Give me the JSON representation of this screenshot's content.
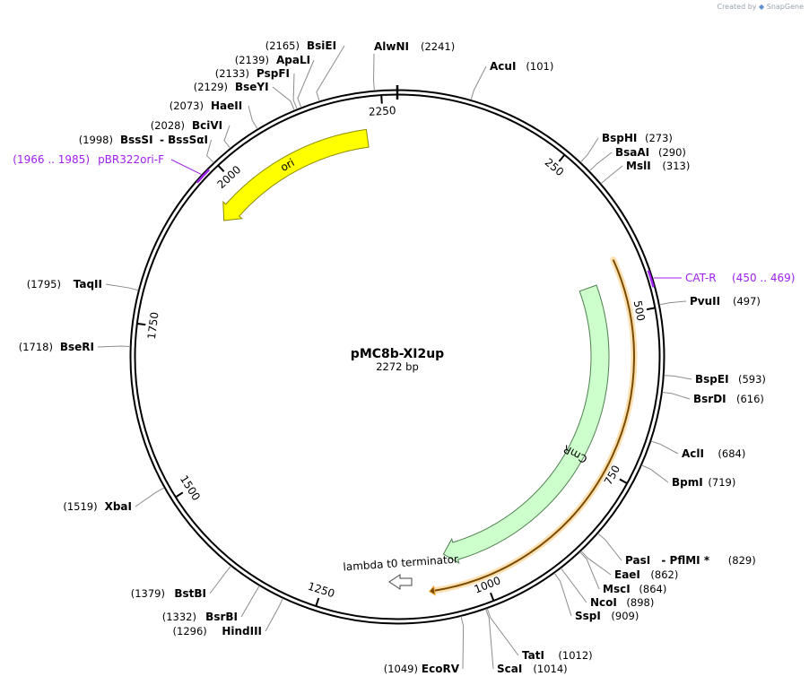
{
  "watermark": {
    "prefix": "Created by",
    "brand": "SnapGene"
  },
  "plasmid": {
    "name": "pMC8b-XI2up",
    "length_label": "2272 bp",
    "length": 2272
  },
  "ticks": [
    {
      "pos": 250,
      "label": "250"
    },
    {
      "pos": 500,
      "label": "500"
    },
    {
      "pos": 750,
      "label": "750"
    },
    {
      "pos": 1000,
      "label": "1000"
    },
    {
      "pos": 1250,
      "label": "1250"
    },
    {
      "pos": 1500,
      "label": "1500"
    },
    {
      "pos": 1750,
      "label": "1750"
    },
    {
      "pos": 2000,
      "label": "2000"
    },
    {
      "pos": 2250,
      "label": "2250"
    }
  ],
  "features": [
    {
      "name": "ori",
      "start": 2223,
      "end": 1945,
      "strand": "-",
      "color": "#ffff00",
      "stroke": "#8c8c00"
    },
    {
      "name": "CmR",
      "start": 443,
      "end": 1053,
      "strand": "+",
      "color": "#ccffcc",
      "stroke": "#4f7f4f"
    },
    {
      "name": "lambda t0 terminator",
      "strand": "none",
      "color": "#ffffff",
      "stroke": "#444444"
    }
  ],
  "orf": {
    "start": 415,
    "end": 1087,
    "strand": "+",
    "color": "#f2a93b"
  },
  "primers": [
    {
      "name": "CAT-R",
      "range": "(450 .. 469)",
      "pos": 460
    },
    {
      "name": "pBR322ori-F",
      "range": "(1966 .. 1985)",
      "pos": 1975
    }
  ],
  "sites": [
    {
      "name": "AlwNI",
      "pos_label": "(2241)",
      "pos": 2241
    },
    {
      "name": "AcuI",
      "pos_label": "(101)",
      "pos": 101
    },
    {
      "name": "BspHI",
      "pos_label": "(273)",
      "pos": 273
    },
    {
      "name": "BsaAI",
      "pos_label": "(290)",
      "pos": 290
    },
    {
      "name": "MslI",
      "pos_label": "(313)",
      "pos": 313
    },
    {
      "name": "PvuII",
      "pos_label": "(497)",
      "pos": 497
    },
    {
      "name": "BspEI",
      "pos_label": "(593)",
      "pos": 593
    },
    {
      "name": "BsrDI",
      "pos_label": "(616)",
      "pos": 616
    },
    {
      "name": "AclI",
      "pos_label": "(684)",
      "pos": 684
    },
    {
      "name": "BpmI",
      "pos_label": "(719)",
      "pos": 719
    },
    {
      "name": "PasI",
      "name2": "PflMI *",
      "pos_label": "(829)",
      "pos": 829
    },
    {
      "name": "EaeI",
      "pos_label": "(862)",
      "pos": 862
    },
    {
      "name": "MscI",
      "pos_label": "(864)",
      "pos": 864
    },
    {
      "name": "NcoI",
      "pos_label": "(898)",
      "pos": 898
    },
    {
      "name": "SspI",
      "pos_label": "(909)",
      "pos": 909
    },
    {
      "name": "TatI",
      "pos_label": "(1012)",
      "pos": 1012
    },
    {
      "name": "ScaI",
      "pos_label": "(1014)",
      "pos": 1014
    },
    {
      "name": "EcoRV",
      "pos_label": "(1049)",
      "pos": 1049
    },
    {
      "name": "HindIII",
      "pos_label": "(1296)",
      "pos": 1296
    },
    {
      "name": "BsrBI",
      "pos_label": "(1332)",
      "pos": 1332
    },
    {
      "name": "BstBI",
      "pos_label": "(1379)",
      "pos": 1379
    },
    {
      "name": "XbaI",
      "pos_label": "(1519)",
      "pos": 1519
    },
    {
      "name": "BseRI",
      "pos_label": "(1718)",
      "pos": 1718
    },
    {
      "name": "TaqII",
      "pos_label": "(1795)",
      "pos": 1795
    },
    {
      "name": "BssSI",
      "name2": "BssSαI",
      "pos_label": "(1998)",
      "pos": 1998
    },
    {
      "name": "BciVI",
      "pos_label": "(2028)",
      "pos": 2028
    },
    {
      "name": "HaeII",
      "pos_label": "(2073)",
      "pos": 2073
    },
    {
      "name": "BseYI",
      "pos_label": "(2129)",
      "pos": 2129
    },
    {
      "name": "PspFI",
      "pos_label": "(2133)",
      "pos": 2133
    },
    {
      "name": "ApaLI",
      "pos_label": "(2139)",
      "pos": 2139
    },
    {
      "name": "BsiEI",
      "pos_label": "(2165)",
      "pos": 2165
    }
  ]
}
